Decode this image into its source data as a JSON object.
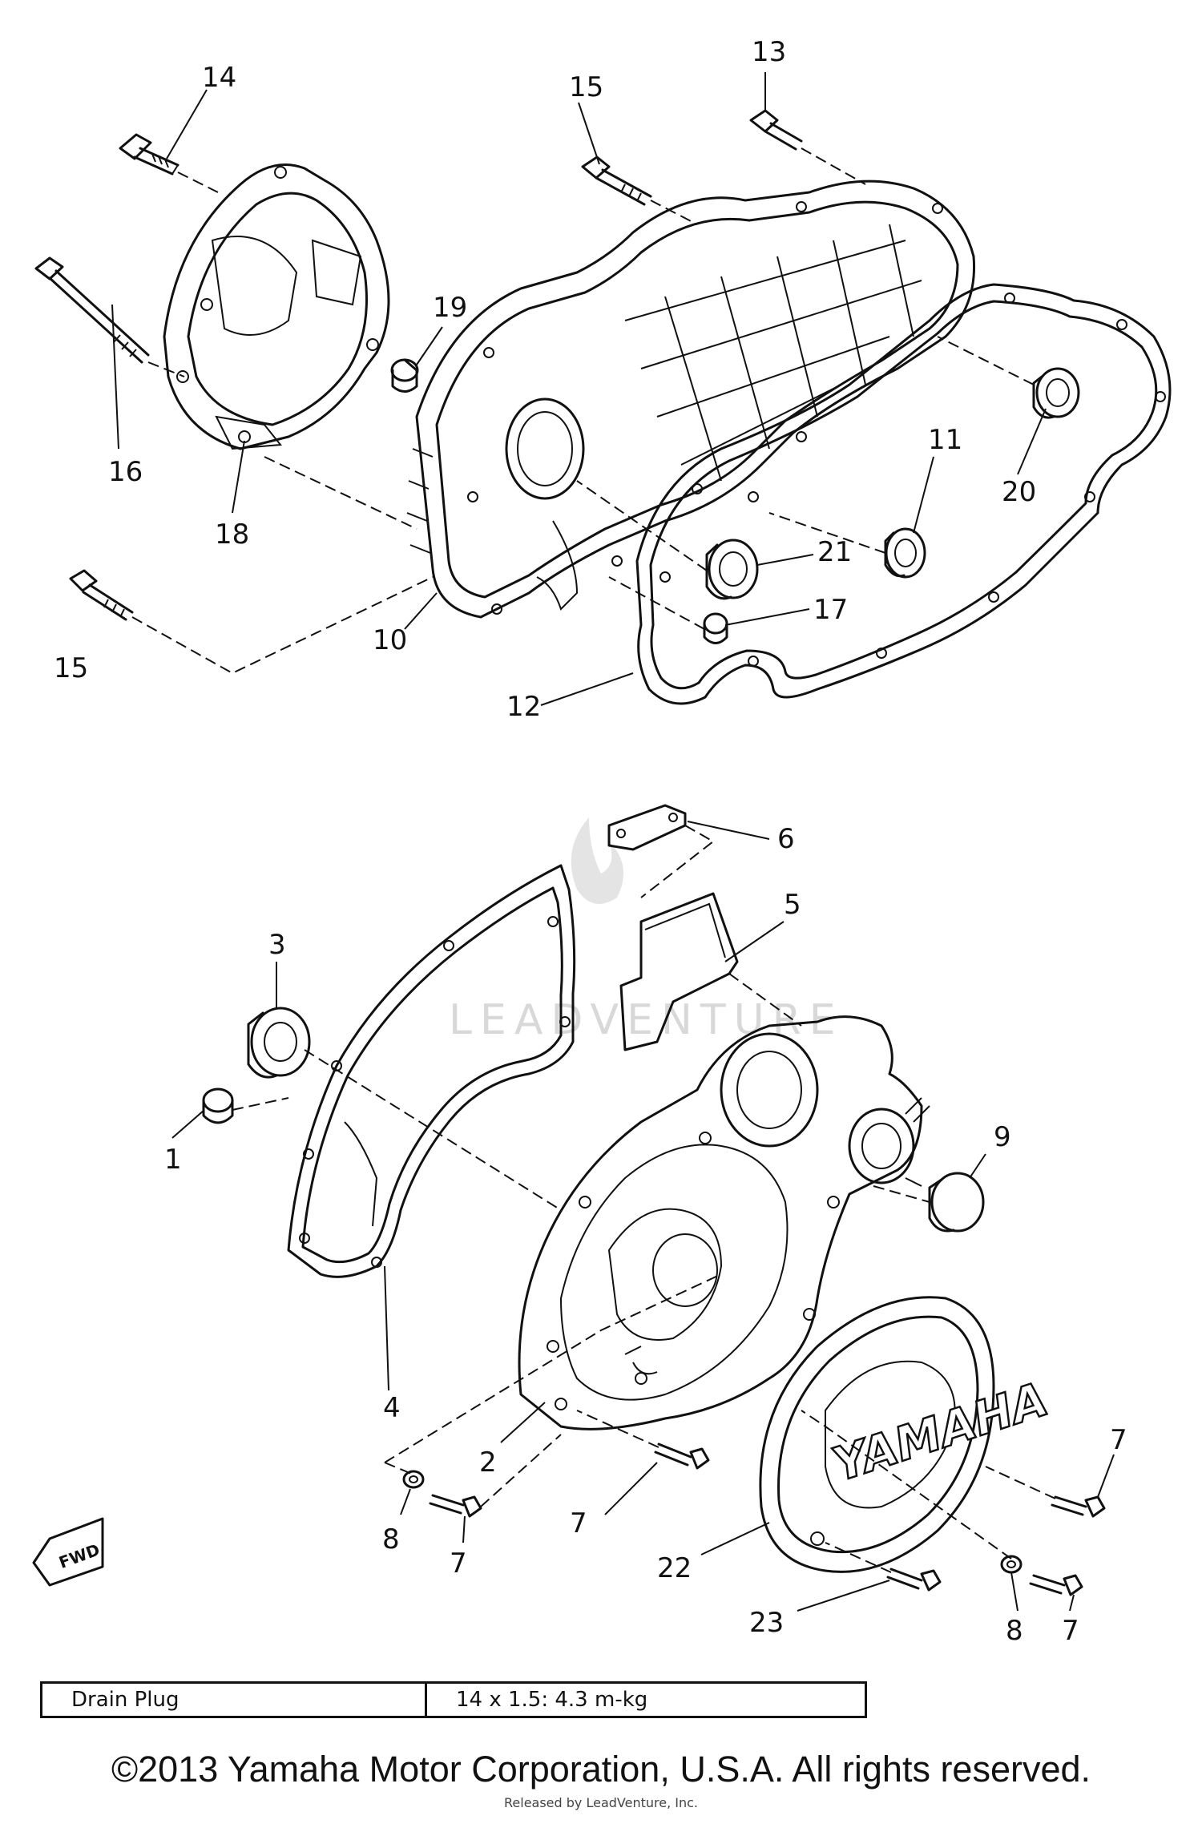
{
  "callouts": [
    {
      "id": "c14",
      "text": "14"
    },
    {
      "id": "c15a",
      "text": "15"
    },
    {
      "id": "c13",
      "text": "13"
    },
    {
      "id": "c19",
      "text": "19"
    },
    {
      "id": "c16",
      "text": "16"
    },
    {
      "id": "c11",
      "text": "11"
    },
    {
      "id": "c20",
      "text": "20"
    },
    {
      "id": "c18",
      "text": "18"
    },
    {
      "id": "c21",
      "text": "21"
    },
    {
      "id": "c17",
      "text": "17"
    },
    {
      "id": "c10",
      "text": "10"
    },
    {
      "id": "c15b",
      "text": "15"
    },
    {
      "id": "c12",
      "text": "12"
    },
    {
      "id": "c6",
      "text": "6"
    },
    {
      "id": "c5",
      "text": "5"
    },
    {
      "id": "c3",
      "text": "3"
    },
    {
      "id": "c9",
      "text": "9"
    },
    {
      "id": "c1",
      "text": "1"
    },
    {
      "id": "c4",
      "text": "4"
    },
    {
      "id": "c2",
      "text": "2"
    },
    {
      "id": "c7a",
      "text": "7"
    },
    {
      "id": "c7b",
      "text": "7"
    },
    {
      "id": "c8a",
      "text": "8"
    },
    {
      "id": "c7c",
      "text": "7"
    },
    {
      "id": "c22",
      "text": "22"
    },
    {
      "id": "c23",
      "text": "23"
    },
    {
      "id": "c8b",
      "text": "8"
    },
    {
      "id": "c7d",
      "text": "7"
    }
  ],
  "cover_logo": "YAMAHA",
  "fwd_badge": "FWD",
  "watermark": "LEADVENTURE",
  "spec_table": {
    "label": "Drain Plug",
    "value": "14 x 1.5: 4.3 m-kg"
  },
  "copyright": "©2013 Yamaha Motor Corporation, U.S.A. All rights reserved.",
  "released_by": "Released by LeadVenture, Inc."
}
